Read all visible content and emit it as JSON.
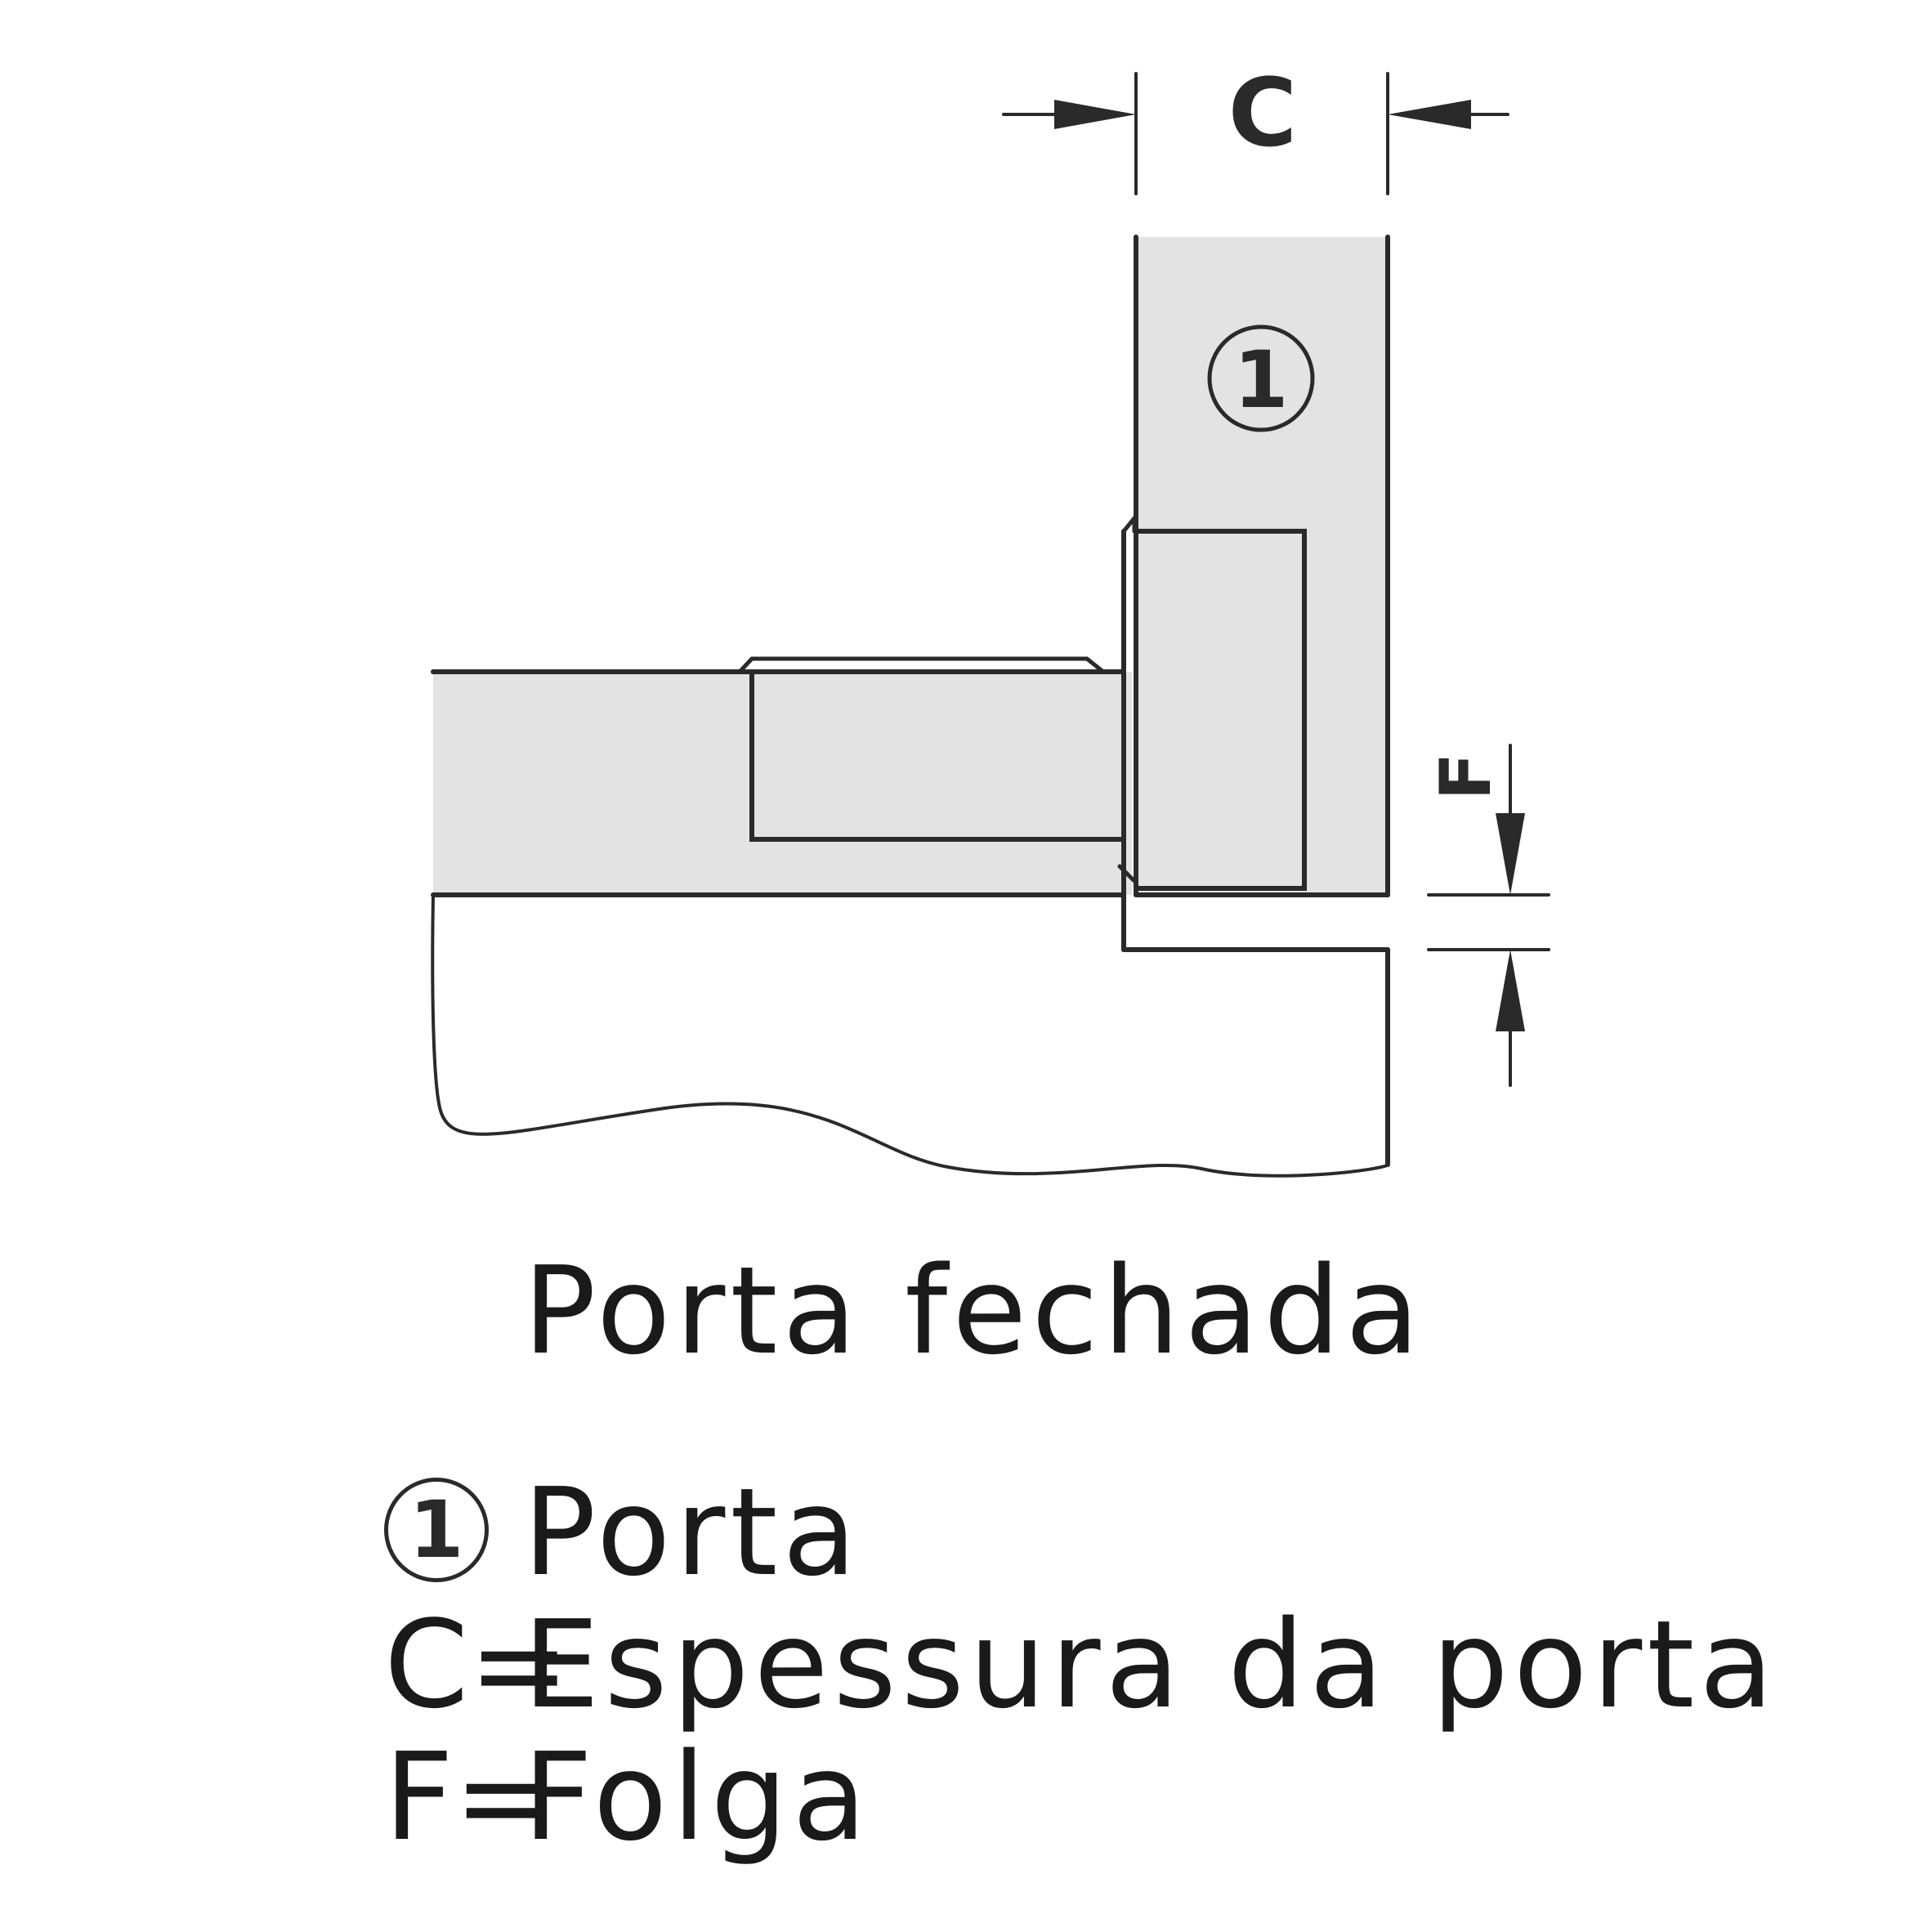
{
  "title": "Porta fechada",
  "labels": {
    "dimension_c": "C",
    "dimension_f": "F",
    "door_marker": "1"
  },
  "legend": [
    {
      "key": "1",
      "value": "Porta"
    },
    {
      "key": "C=",
      "value": "Espessura da porta"
    },
    {
      "key": "F=",
      "value": "Folga"
    }
  ],
  "colors": {
    "line": "#2a2a2a",
    "fill": "#e3e3e3",
    "background": "#ffffff"
  }
}
